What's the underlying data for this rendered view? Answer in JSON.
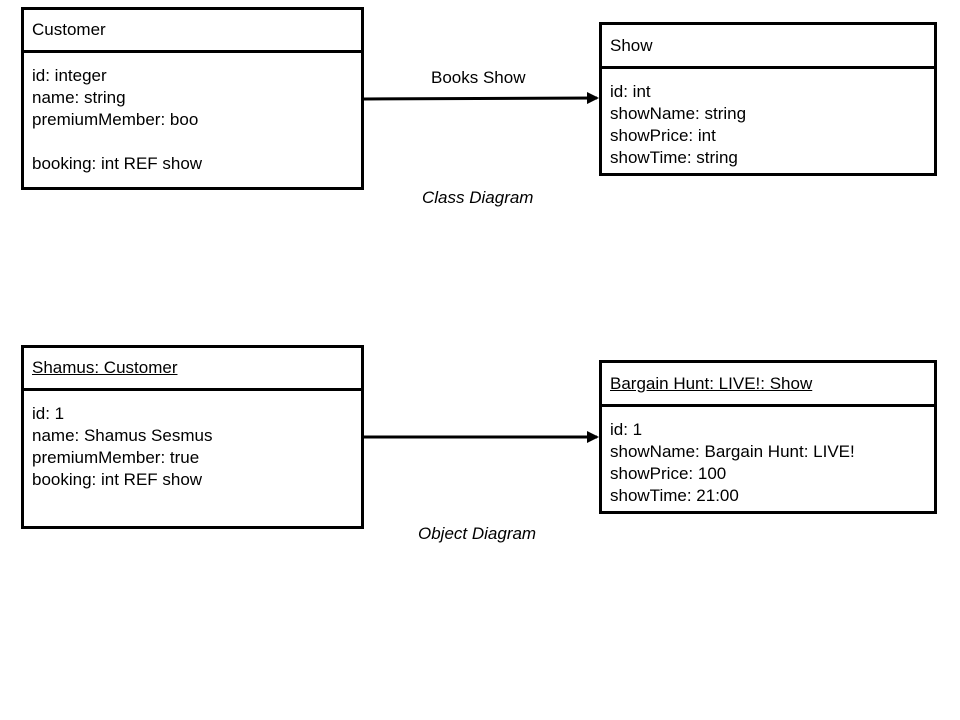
{
  "class_diagram": {
    "caption": "Class Diagram",
    "customer": {
      "title": "Customer",
      "attributes": [
        "id: integer",
        "name: string",
        "premiumMember: boo",
        "",
        "booking: int REF show"
      ]
    },
    "show": {
      "title": "Show",
      "attributes": [
        "id: int",
        "showName: string",
        "showPrice: int",
        "showTime: string"
      ]
    },
    "relation_label": "Books Show"
  },
  "object_diagram": {
    "caption": "Object Diagram",
    "customer": {
      "title": "Shamus: Customer",
      "attributes": [
        "id: 1",
        "name: Shamus Sesmus",
        "premiumMember: true",
        "booking: int REF show"
      ]
    },
    "show": {
      "title": "Bargain Hunt: LIVE!: Show",
      "attributes": [
        "id: 1",
        "showName: Bargain Hunt: LIVE!",
        "showPrice: 100",
        "showTime: 21:00"
      ]
    }
  }
}
